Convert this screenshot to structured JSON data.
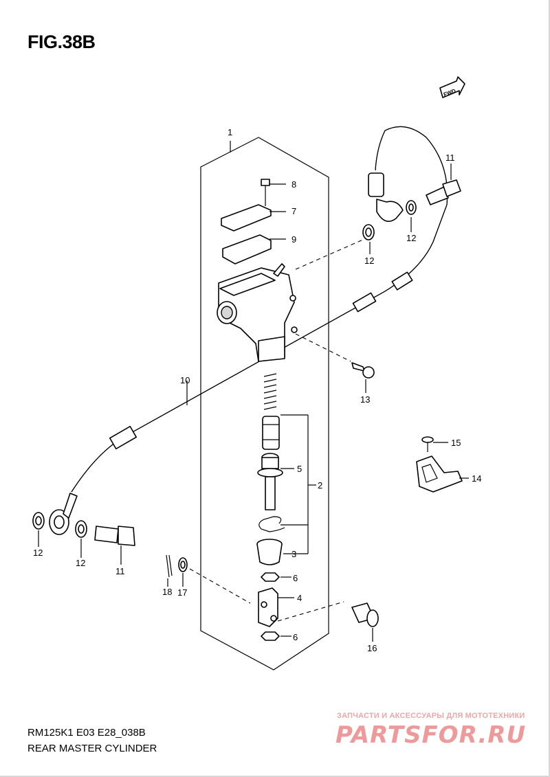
{
  "figure": {
    "title": "FIG.38B",
    "model_code": "RM125K1 E03 E28_038B",
    "name": "REAR MASTER CYLINDER"
  },
  "direction_badge": "FWD",
  "watermark": {
    "tagline": "ЗАПЧАСТИ И АКСЕССУАРЫ ДЛЯ МОТОТЕХНИКИ",
    "logo": "PARTSFOR.RU"
  },
  "callouts": {
    "c1": "1",
    "c2": "2",
    "c3": "3",
    "c4": "4",
    "c5": "5",
    "c6a": "6",
    "c6b": "6",
    "c7": "7",
    "c8": "8",
    "c9": "9",
    "c10": "10",
    "c11a": "11",
    "c11b": "11",
    "c12a": "12",
    "c12b": "12",
    "c12c": "12",
    "c12d": "12",
    "c13": "13",
    "c14": "14",
    "c15": "15",
    "c16": "16",
    "c17": "17",
    "c18": "18"
  }
}
